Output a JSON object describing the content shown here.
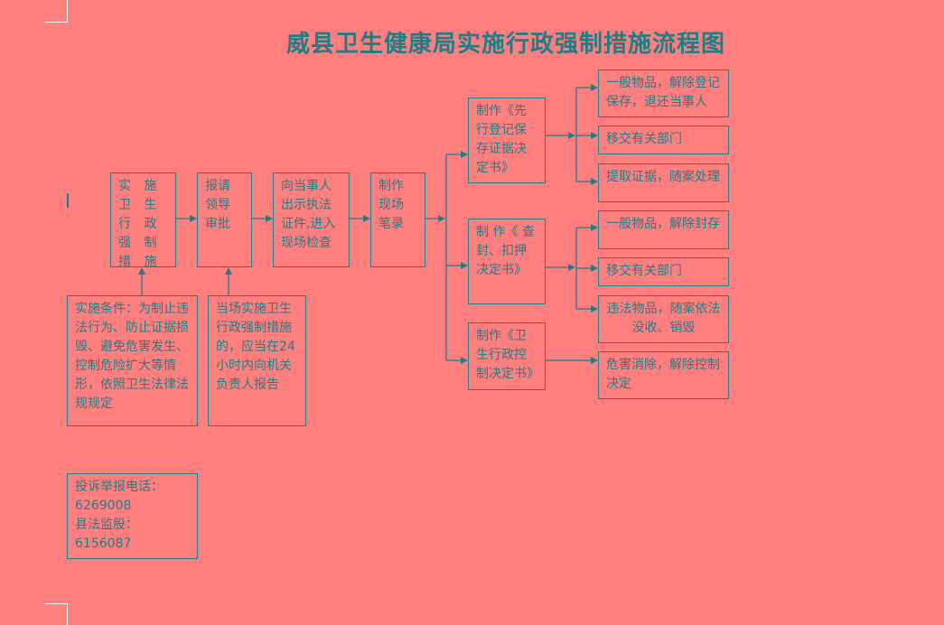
{
  "title": "威县卫生健康局实施行政强制措施流程图",
  "colors": {
    "background": "#ff7f7f",
    "line": "#1f7d86",
    "text": "#1f7d86"
  },
  "nodes": {
    "implement": "实 施 卫 生 行 政 强 制 措 施",
    "approval": "报请 领导 审批",
    "show_id": "向当事人出示执法证件,进入现场检查",
    "record": "制作 现场 笔录",
    "decision_register": "制作《先行登记保存证据决定书》",
    "decision_seal": "制 作《 查封、扣押决定书》",
    "decision_control": "制作《卫生行政控制决定书》",
    "register_general": "一般物品，解除登记保存，退还当事人",
    "register_transfer": "移交有关部门",
    "register_evidence": "提取证据，随案处理",
    "seal_general": "一般物品，解除封存",
    "seal_transfer": "移交有关部门",
    "seal_illegal": "违法物品，随案依法\n没收、销毁",
    "control_release": "危害消除，解除控制决定"
  },
  "notes": {
    "conditions": "实施条件：为制止违法行为、防止证据损毁、避免危害发生、控制危险扩大等情形，依照卫生法律法规规定",
    "onsite": "当场实施卫生行政强制措施的，应当在24小时内向机关负责人报告",
    "contact": "投诉举报电话：\n6269008\n县法监股：\n6156087"
  }
}
